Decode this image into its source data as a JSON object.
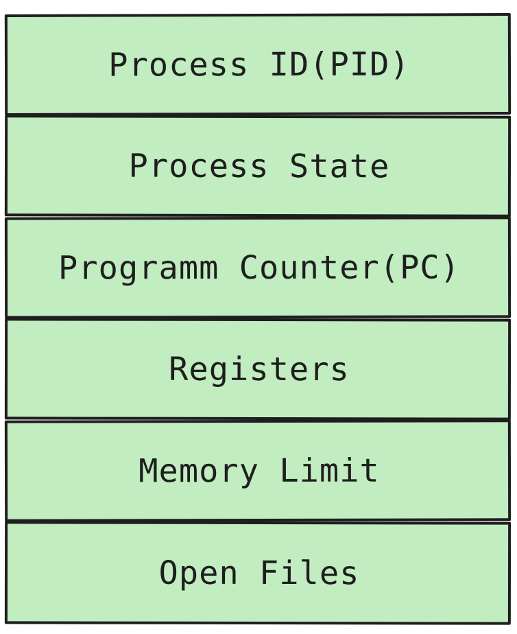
{
  "diagram": {
    "fill_color": "#c1edc1",
    "stroke_color": "#1e1e1e",
    "fields": [
      {
        "label": "Process ID(PID)"
      },
      {
        "label": "Process State"
      },
      {
        "label": "Programm Counter(PC)"
      },
      {
        "label": "Registers"
      },
      {
        "label": "Memory Limit"
      },
      {
        "label": "Open Files"
      }
    ]
  }
}
